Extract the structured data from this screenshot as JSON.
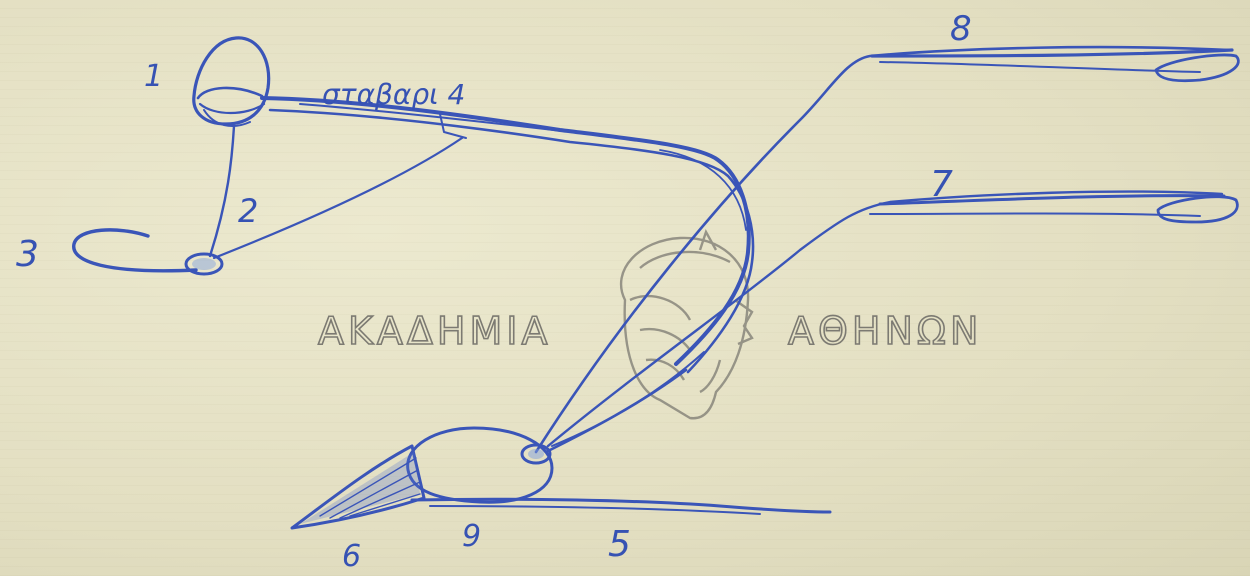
{
  "labels": {
    "n1": "1",
    "n2": "2",
    "n3": "3",
    "n4": "σταβαρι 4",
    "n5": "5",
    "n6": "6",
    "n7": "7",
    "n8": "8",
    "n9": "9"
  },
  "watermark": {
    "left": "ΑΚΑΔΗΜΙΑ",
    "right": "ΑΘΗΝΩΝ"
  },
  "colors": {
    "ink": "#3a55b8",
    "paper": "#e6e3c7",
    "watermark": "#7c7a72"
  }
}
